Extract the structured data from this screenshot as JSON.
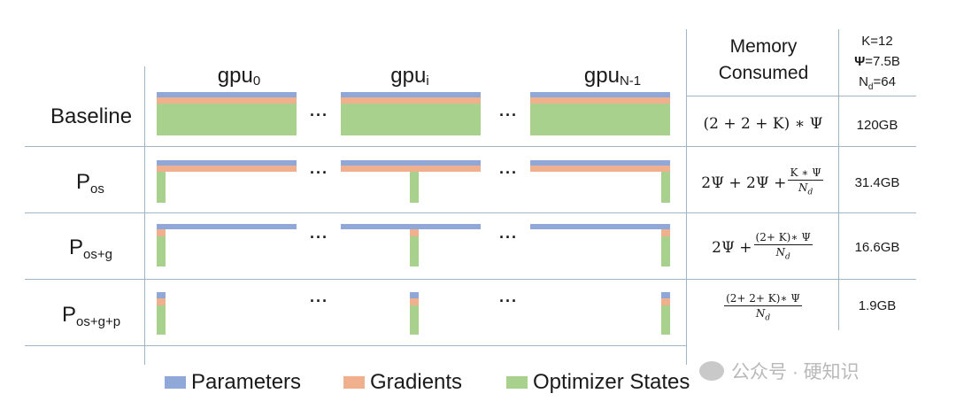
{
  "colors": {
    "parameters": "#8fa8d8",
    "gradients": "#f0b08e",
    "optimizer": "#a9d18e",
    "grid": "#9fb6c9"
  },
  "gpus": [
    {
      "base": "gpu",
      "sub": "0"
    },
    {
      "base": "gpu",
      "sub": "i"
    },
    {
      "base": "gpu",
      "sub": "N-1"
    }
  ],
  "ellipsis": "···",
  "rows": [
    {
      "label_base": "Baseline",
      "label_sub": "",
      "value": "120GB"
    },
    {
      "label_base": "P",
      "label_sub": "os",
      "value": "31.4GB"
    },
    {
      "label_base": "P",
      "label_sub": "os+g",
      "value": "16.6GB"
    },
    {
      "label_base": "P",
      "label_sub": "os+g+p",
      "value": "1.9GB"
    }
  ],
  "header": {
    "memory_line1": "Memory",
    "memory_line2": "Consumed",
    "k": "K=12",
    "psi": "=7.5B",
    "psi_symbol": "Ψ",
    "nd_base": "N",
    "nd_sub": "d",
    "nd_val": "=64"
  },
  "formulas": {
    "baseline": "(2 + 2 + K) ∗ Ψ",
    "pos_prefix": "2Ψ + 2Ψ +",
    "pos_num": "K ∗ Ψ",
    "posg_prefix": "2Ψ +",
    "posg_num": "(2+ K)∗ Ψ",
    "posgp_num": "(2+ 2+ K)∗ Ψ",
    "den_base": "N",
    "den_sub": "d"
  },
  "legend": {
    "parameters": "Parameters",
    "gradients": "Gradients",
    "optimizer": "Optimizer States"
  },
  "watermark": "公众号 · 硬知识"
}
